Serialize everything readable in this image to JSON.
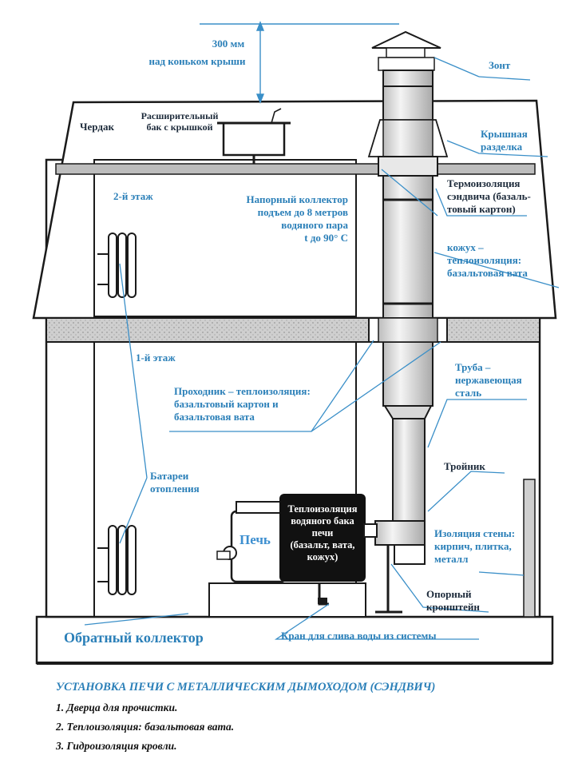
{
  "labels": {
    "height_value": "300 мм",
    "height_desc": "над коньком крыши",
    "cap": "Зонт",
    "attic": "Чердак",
    "tank": "Расширительный\nбак с крышкой",
    "roof_cut": "Крышная\nразделка",
    "floor2": "2-й этаж",
    "collector": "Напорный коллектор\nподъем до 8 метров\nводяного пара\nt до 90° C",
    "sandwich_insulation": "Термоизоляция\nсэндвича (базаль-\nтовый картон)",
    "casing": "кожух –\nтеплоизоляция:\nбазальтовая вата",
    "floor1": "1-й этаж",
    "pipe": "Труба –\nнержавеющая\nсталь",
    "pass_through": "Проходник – теплоизоляция:\nбазальтовый картон и\nбазальтовая вата",
    "tee": "Тройник",
    "radiators": "Батареи\nотопления",
    "stove_tank_insulation": "Теплоизоляция\nводяного бака\nпечи\n(базальт, вата,\nкожух)",
    "stove": "Печь",
    "wall_insulation": "Изоляция стены:\nкирпич, плитка,\nметалл",
    "bracket": "Опорный\nкронштейн",
    "return_collector": "Обратный коллектор",
    "drain_valve": "Кран для слива воды из системы"
  },
  "caption": "УСТАНОВКА ПЕЧИ С МЕТАЛЛИЧЕСКИМ ДЫМОХОДОМ (СЭНДВИЧ)",
  "notes": [
    "1. Дверца для прочистки.",
    "2. Теплоизоляция: базальтовая вата.",
    "3. Гидроизоляция кровли."
  ],
  "colors": {
    "label": "#2a7fb8",
    "line": "#1a1a1a",
    "leader": "#3a8fc8",
    "tank_fill": "#111111",
    "floor_fill": "#c8c8c8",
    "pipe_fill": "#e2e2e2"
  }
}
